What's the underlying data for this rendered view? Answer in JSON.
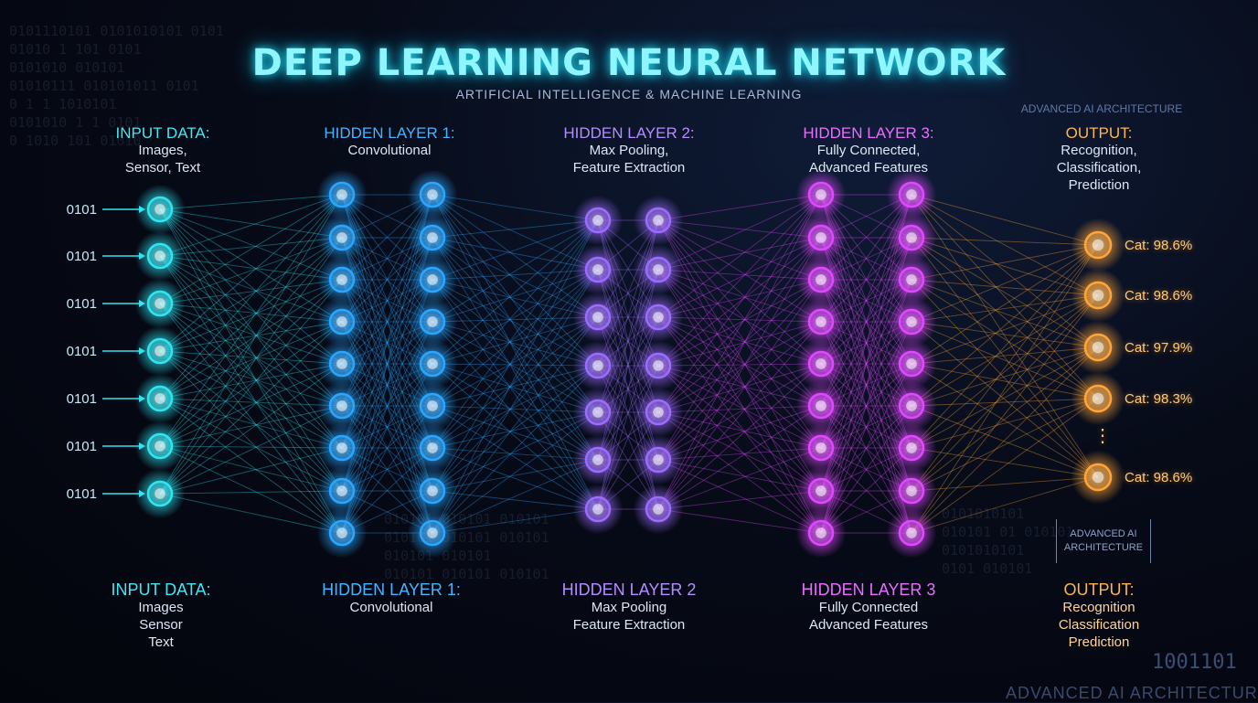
{
  "title": "DEEP LEARNING NEURAL NETWORK",
  "subtitle": "ARTIFICIAL INTELLIGENCE & MACHINE LEARNING",
  "colors": {
    "input": "#2ee6f2",
    "hidden1": "#2aa6ff",
    "hidden2": "#9c6bff",
    "hidden3": "#e048ff",
    "output": "#ffa53a",
    "title": "#8ff6ff"
  },
  "top_headers": {
    "input": {
      "heading": "INPUT DATA:",
      "lines": [
        "Images,",
        "Sensor, Text"
      ]
    },
    "hidden1": {
      "heading": "HIDDEN LAYER 1:",
      "lines": [
        "Convolutional"
      ]
    },
    "hidden2": {
      "heading": "HIDDEN LAYER 2:",
      "lines": [
        "Max Pooling,",
        "Feature Extraction"
      ]
    },
    "hidden3": {
      "heading": "HIDDEN LAYER 3:",
      "lines": [
        "Fully Connected,",
        "Advanced Features"
      ]
    },
    "output": {
      "heading": "OUTPUT:",
      "lines": [
        "Recognition,",
        "Classification,",
        "Prediction"
      ]
    }
  },
  "bottom_headers": {
    "input": {
      "heading": "INPUT DATA:",
      "lines": [
        "Images",
        "Sensor",
        "Text"
      ]
    },
    "hidden1": {
      "heading": "HIDDEN LAYER 1:",
      "lines": [
        "Convolutional"
      ]
    },
    "hidden2": {
      "heading": "HIDDEN LAYER 2",
      "lines": [
        "Max Pooling",
        "Feature Extraction"
      ]
    },
    "hidden3": {
      "heading": "HIDDEN LAYER 3",
      "lines": [
        "Fully Connected",
        "Advanced Features"
      ]
    },
    "output": {
      "heading": "OUTPUT:",
      "lines": [
        "Recognition",
        "Classification",
        "Prediction"
      ]
    }
  },
  "input_labels": [
    "0101",
    "0101",
    "0101",
    "0101",
    "0101",
    "0101",
    "0101"
  ],
  "output_labels": [
    "Cat: 98.6%",
    "Cat: 98.6%",
    "Cat: 97.9%",
    "Cat: 98.3%",
    "Cat: 98.6%"
  ],
  "ellipsis": "⋮",
  "arch_top": "ADVANCED AI ARCHITECTURE",
  "arch_box": [
    "ADVANCED AI",
    "ARCHITECTURE"
  ],
  "arch_bottom": "ADVANCED AI ARCHITECTURE",
  "binary_corner": "1001101",
  "background_binary": {
    "left": [
      "0101110101 0101010101 0101",
      "01010 1 101 0101",
      "0101010 010101",
      "01010111 010101011 0101",
      "0 1 1 1010101",
      "0101010 1 1 0101",
      "0 1010 101 01010"
    ],
    "mid": [
      "010101 010101 010101",
      "010101 010101 010101",
      "010101 010101",
      "010101 010101 010101"
    ],
    "right": [
      "0101010101",
      "010101 01 010101",
      "0101010101",
      "0101 010101"
    ]
  }
}
